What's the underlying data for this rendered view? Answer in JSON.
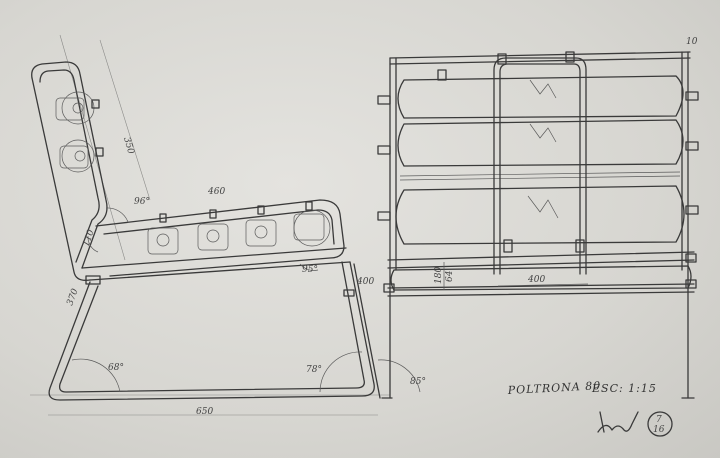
{
  "dimensions": {
    "back_height": "350",
    "seat_depth": "460",
    "back_angle": "96°",
    "seat_offset": "110",
    "arm_height": "400",
    "seat_angle": "95°",
    "leg_height": "370",
    "front_leg_angle": "68°",
    "rear_leg_angle": "78°",
    "side_leg_angle": "85°",
    "base_length": "650",
    "front_height_a": "180",
    "front_height_b": "64",
    "front_width": "400",
    "corner_mark": "10"
  },
  "title_block": {
    "name": "POLTRONA 80",
    "scale": "ESC: 1:15",
    "sheet_number": "7",
    "sheet_total": "16"
  }
}
